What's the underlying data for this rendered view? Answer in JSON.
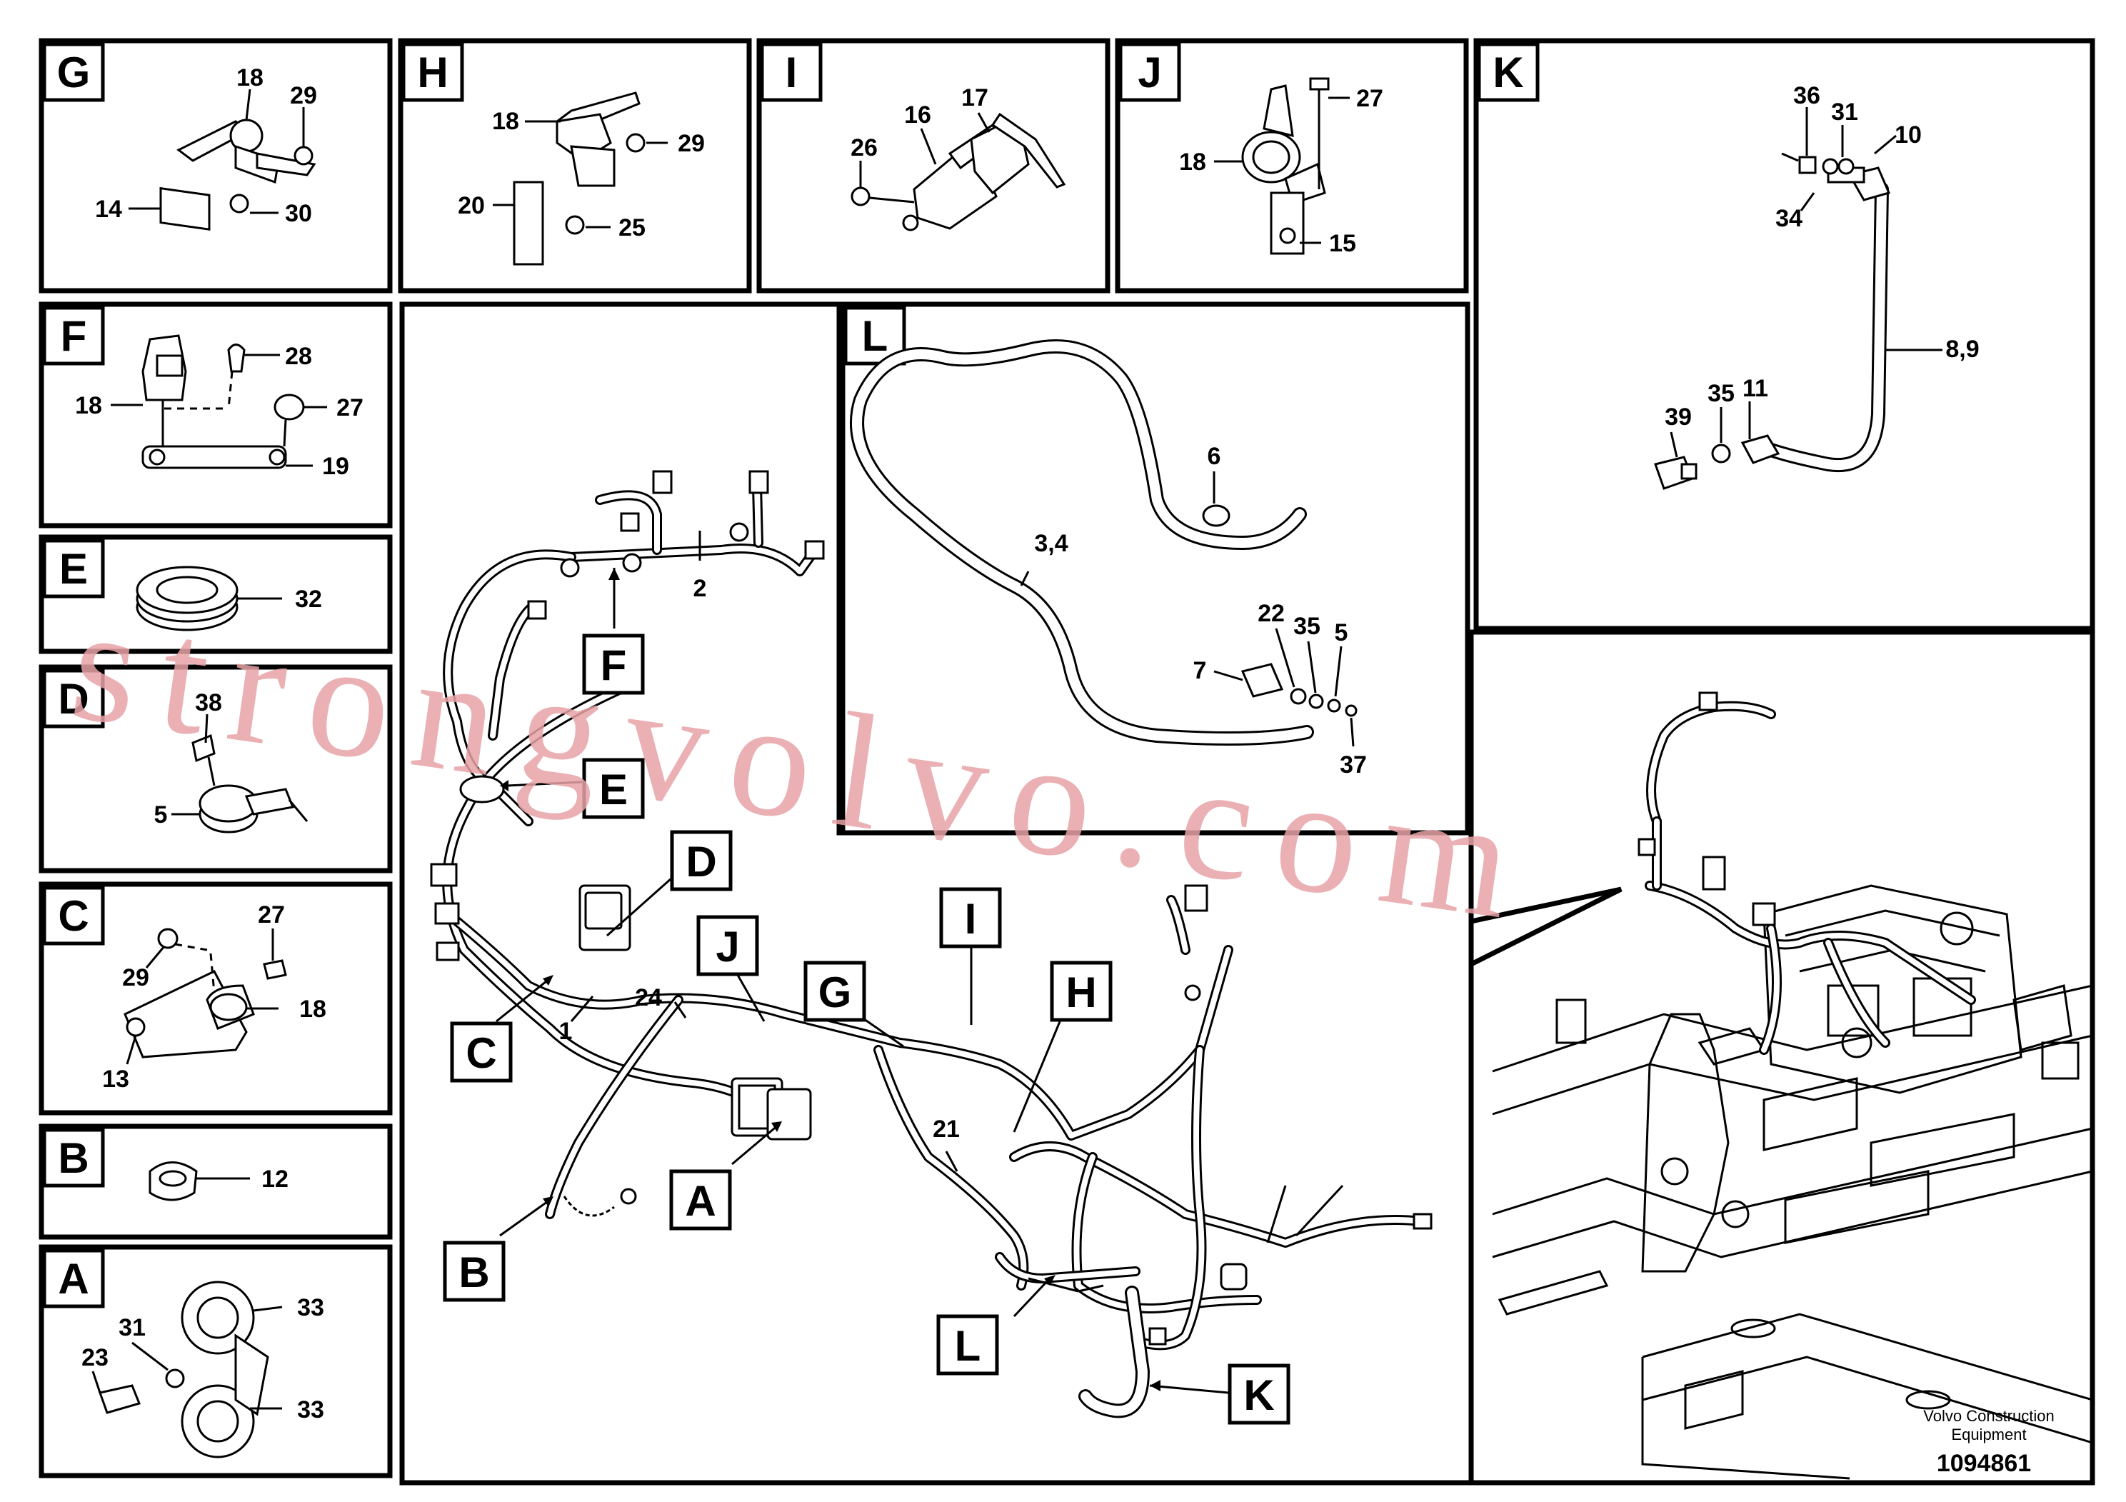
{
  "sections": {
    "G": "G",
    "H": "H",
    "I": "I",
    "J": "J",
    "K": "K",
    "L": "L",
    "F": "F",
    "E": "E",
    "D": "D",
    "C": "C",
    "B": "B",
    "A": "A"
  },
  "callouts": {
    "F": "F",
    "E": "E",
    "D": "D",
    "C": "C",
    "J": "J",
    "G": "G",
    "I": "I",
    "H": "H",
    "A": "A",
    "B": "B",
    "L": "L",
    "K": "K"
  },
  "parts": {
    "g18": "18",
    "g29": "29",
    "g14": "14",
    "g30": "30",
    "h18": "18",
    "h29": "29",
    "h20": "20",
    "h25": "25",
    "i16": "16",
    "i17": "17",
    "i26": "26",
    "j27": "27",
    "j18": "18",
    "j15": "15",
    "k36": "36",
    "k31": "31",
    "k10": "10",
    "k34": "34",
    "k89": "8,9",
    "k39": "39",
    "k35": "35",
    "k11": "11",
    "f28": "28",
    "f18": "18",
    "f27": "27",
    "f19": "19",
    "e32": "32",
    "d38": "38",
    "d5": "5",
    "c27": "27",
    "c29": "29",
    "c18": "18",
    "c13": "13",
    "b12": "12",
    "a33a": "33",
    "a31": "31",
    "a23": "23",
    "a33b": "33",
    "l6": "6",
    "l34": "3,4",
    "l22": "22",
    "l35": "35",
    "l5": "5",
    "l7": "7",
    "l37": "37",
    "m2": "2",
    "m24": "24",
    "m1": "1",
    "m21": "21"
  },
  "brand": {
    "line1": "Volvo Construction",
    "line2": "Equipment",
    "number": "1094861"
  },
  "watermark": "strongvolvo.com"
}
